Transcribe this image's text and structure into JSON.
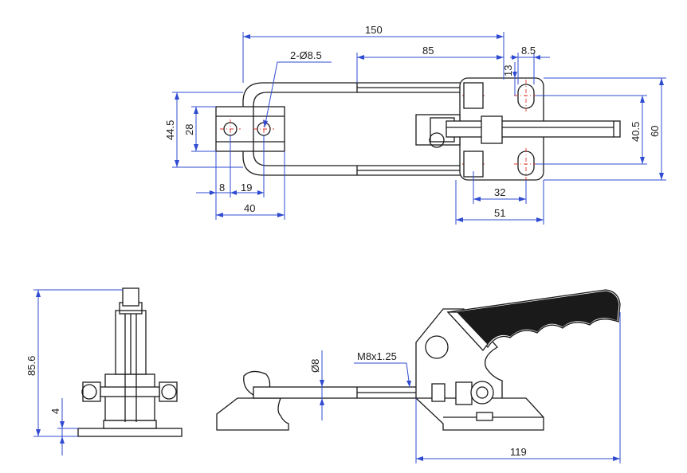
{
  "top_view": {
    "dims": {
      "overall_length": "150",
      "slot_span": "85",
      "slot_width": "8.5",
      "hole_callout": "2-Ø8.5",
      "slot_depth": "13",
      "height_44": "44.5",
      "height_28": "28",
      "height_40": "40.5",
      "height_60": "60",
      "offset_8": "8",
      "pitch_19": "19",
      "width_40": "40",
      "base_32": "32",
      "base_51": "51"
    }
  },
  "side_view": {
    "dims": {
      "rod_dia": "Ø8",
      "thread": "M8x1.25",
      "length_119": "119"
    }
  },
  "end_view": {
    "dims": {
      "height_85": "85.6",
      "base_4": "4"
    }
  }
}
